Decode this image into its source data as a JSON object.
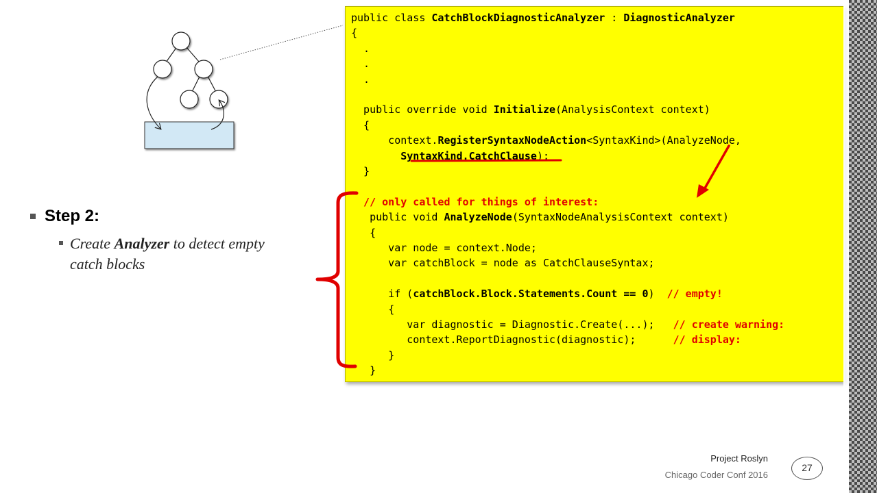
{
  "code": {
    "lines": [
      [
        {
          "t": "public class "
        },
        {
          "t": "CatchBlockDiagnosticAnalyzer",
          "b": true
        },
        {
          "t": " : "
        },
        {
          "t": "DiagnosticAnalyzer",
          "b": true
        }
      ],
      [
        {
          "t": "{"
        }
      ],
      [
        {
          "t": "  ."
        }
      ],
      [
        {
          "t": "  ."
        }
      ],
      [
        {
          "t": "  ."
        }
      ],
      [],
      [
        {
          "t": "  public override void "
        },
        {
          "t": "Initialize",
          "b": true
        },
        {
          "t": "(AnalysisContext context)"
        }
      ],
      [
        {
          "t": "  {"
        }
      ],
      [
        {
          "t": "      context."
        },
        {
          "t": "RegisterSyntaxNodeAction",
          "b": true
        },
        {
          "t": "<SyntaxKind>(AnalyzeNode,"
        }
      ],
      [
        {
          "t": "        "
        },
        {
          "t": "SyntaxKind.CatchClause",
          "b": true
        },
        {
          "t": ");"
        }
      ],
      [
        {
          "t": "  }"
        }
      ],
      [],
      [
        {
          "t": "  // only called for things of interest:",
          "red": true
        }
      ],
      [
        {
          "t": "   public void "
        },
        {
          "t": "AnalyzeNode",
          "b": true
        },
        {
          "t": "(SyntaxNodeAnalysisContext context)"
        }
      ],
      [
        {
          "t": "   {"
        }
      ],
      [
        {
          "t": "      var node = context.Node;"
        }
      ],
      [
        {
          "t": "      var catchBlock = node as CatchClauseSyntax;"
        }
      ],
      [],
      [
        {
          "t": "      if ("
        },
        {
          "t": "catchBlock.Block.Statements.Count == 0",
          "b": true
        },
        {
          "t": ")  "
        },
        {
          "t": "// empty!",
          "red": true
        }
      ],
      [
        {
          "t": "      {"
        }
      ],
      [
        {
          "t": "         var diagnostic = Diagnostic.Create(...);   "
        },
        {
          "t": "// create warning:",
          "red": true
        }
      ],
      [
        {
          "t": "         context.ReportDiagnostic(diagnostic);      "
        },
        {
          "t": "// display:",
          "red": true
        }
      ],
      [
        {
          "t": "      }"
        }
      ],
      [
        {
          "t": "   }"
        }
      ]
    ]
  },
  "bullets": {
    "level1": "Step 2:",
    "level2_parts": [
      "Create ",
      "Analyzer",
      " to detect empty catch blocks"
    ]
  },
  "footer": {
    "title": "Project Roslyn",
    "subtitle": "Chicago Coder Conf 2016",
    "page_number": "27"
  },
  "colors": {
    "code_background": "#ffff00",
    "annotation_red": "#e00000",
    "tree_box": "#d2e8f5"
  }
}
